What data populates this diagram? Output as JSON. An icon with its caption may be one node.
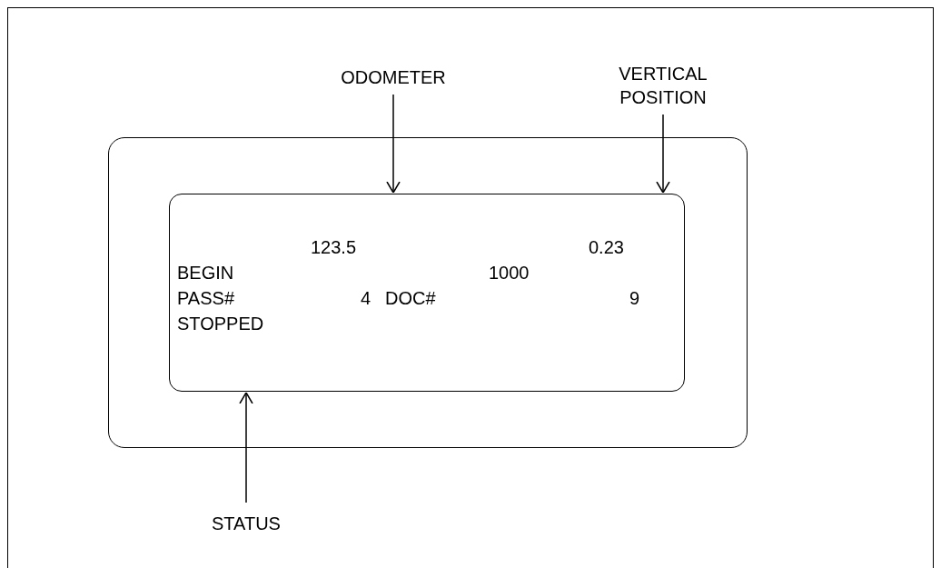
{
  "diagram": {
    "nodes": [
      {
        "text": [],
        "shape": "box"
      },
      {
        "text": [
          "123.5",
          "0.23",
          "BEGIN",
          "1000",
          "PASS#",
          "4",
          "DOC#",
          "9",
          "STOPPED"
        ],
        "in": 0
      },
      {
        "text": [
          "ODOMETER"
        ]
      },
      {
        "text": [
          "VERTICAL POSITION"
        ]
      },
      {
        "text": [
          "STATUS"
        ]
      }
    ],
    "edges": [
      {
        "from": 2,
        "to": 1,
        "arrow": "to"
      },
      {
        "from": 3,
        "to": 1,
        "arrow": "to"
      },
      {
        "from": 4,
        "to": 1,
        "arrow": "to"
      }
    ]
  }
}
